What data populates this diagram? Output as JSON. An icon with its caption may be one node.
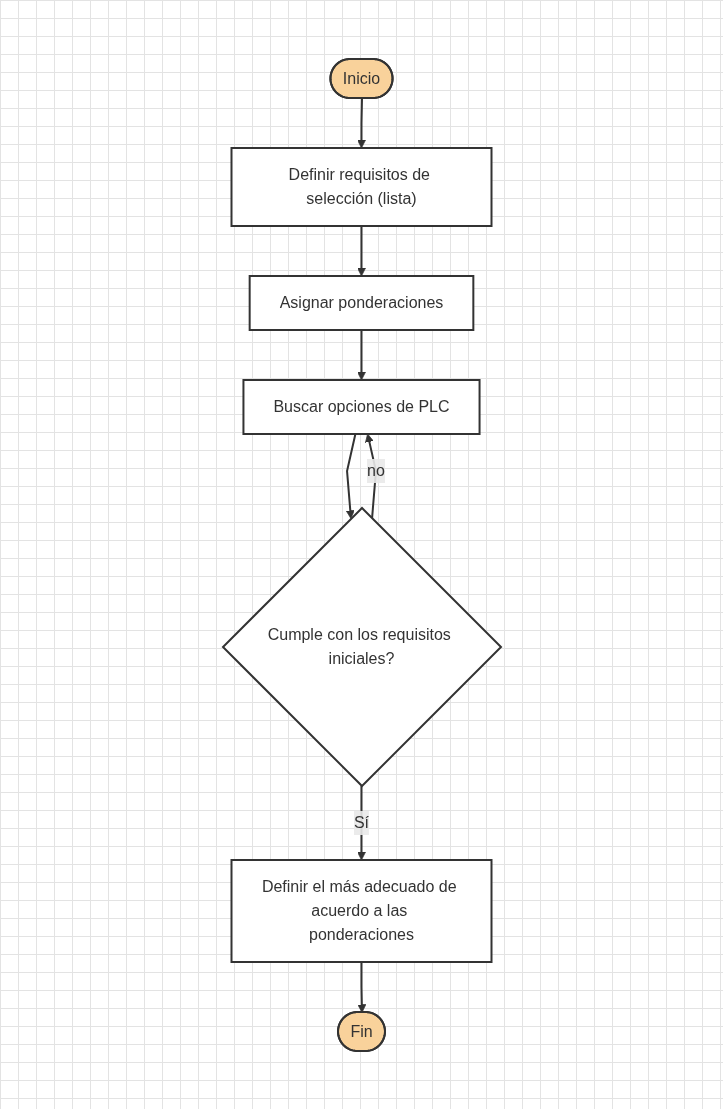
{
  "diagram": {
    "nodes": [
      {
        "text": [
          "Inicio"
        ]
      },
      {
        "text": [
          "Definir requisitos de selección (lista)"
        ]
      },
      {
        "text": [
          "Asignar ponderaciones"
        ]
      },
      {
        "text": [
          "Buscar opciones de PLC"
        ]
      },
      {
        "text": [
          "Cumple con los requisitos iniciales?"
        ]
      },
      {
        "text": [
          "Definir el más adecuado de acuerdo a las ponderaciones"
        ]
      },
      {
        "text": [
          "Fin"
        ]
      }
    ],
    "edges": [
      {
        "from": 0,
        "to": 1,
        "arrow": "to"
      },
      {
        "from": 1,
        "to": 2,
        "arrow": "to"
      },
      {
        "from": 2,
        "to": 3,
        "arrow": "to"
      },
      {
        "from": 3,
        "to": 4,
        "arrow": "to"
      },
      {
        "from": 4,
        "to": 3,
        "label": "no",
        "arrow": "to"
      },
      {
        "from": 4,
        "to": 5,
        "label": "Sí",
        "arrow": "to"
      },
      {
        "from": 5,
        "to": 6,
        "arrow": "to"
      }
    ]
  }
}
